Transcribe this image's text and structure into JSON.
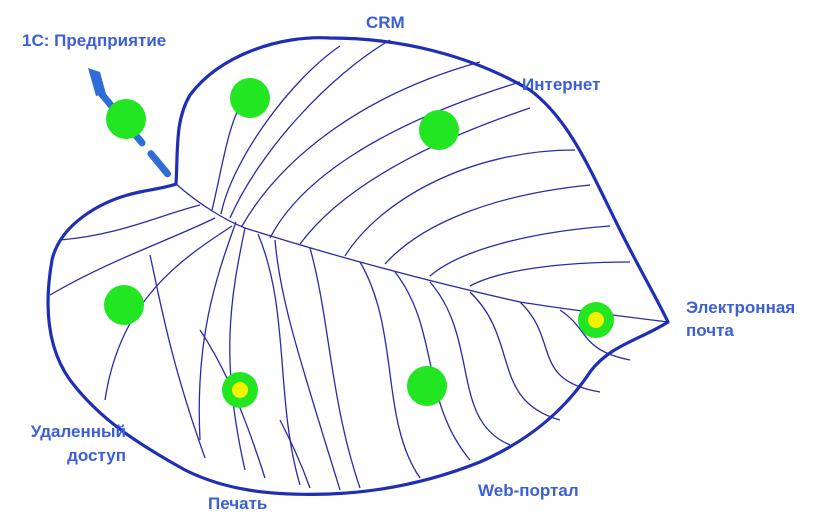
{
  "colors": {
    "outline": "#1f2fb5",
    "veins": "#2a2aa8",
    "label": "#3a5fd6",
    "node": "#22e622",
    "node_core": "#f2f200",
    "stem": "#2f6ed8"
  },
  "labels": {
    "enterprise": "1С: Предприятие",
    "crm": "CRM",
    "internet": "Интернет",
    "email_line1": "Электронная",
    "email_line2": "почта",
    "remote_line1": "Удаленный",
    "remote_line2": "доступ",
    "print": "Печать",
    "web_portal": "Web-портал"
  },
  "nodes": [
    {
      "id": "node-crm",
      "type": "green"
    },
    {
      "id": "node-internet",
      "type": "green"
    },
    {
      "id": "node-stem",
      "type": "green"
    },
    {
      "id": "node-remote",
      "type": "green"
    },
    {
      "id": "node-print",
      "type": "yellow"
    },
    {
      "id": "node-web",
      "type": "green"
    },
    {
      "id": "node-email",
      "type": "yellow"
    }
  ]
}
